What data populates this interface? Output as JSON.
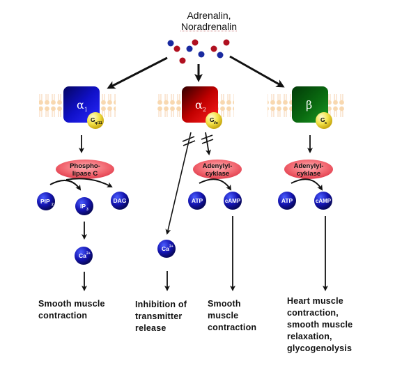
{
  "ligand": {
    "line1": "Adrenalin,",
    "line2": "Noradrenalin",
    "colors": {
      "adrenalin_dot": "#b01020",
      "noradrenalin_dot": "#1a2aa0"
    }
  },
  "receptors": [
    {
      "id": "alpha1",
      "symbol": "α",
      "subscript": "1",
      "color": "#1010c0",
      "g_protein": "G",
      "g_subscript": "q/11"
    },
    {
      "id": "alpha2",
      "symbol": "α",
      "subscript": "2",
      "color": "#c00000",
      "g_protein": "G",
      "g_subscript": "i/o"
    },
    {
      "id": "beta",
      "symbol": "β",
      "subscript": "",
      "color": "#0a6a10",
      "g_protein": "G",
      "g_subscript": "s"
    }
  ],
  "enzymes": [
    {
      "id": "plc",
      "line1": "Phospho-",
      "line2": "lipase C"
    },
    {
      "id": "ac2",
      "line1": "Adenylyl-",
      "line2": "cyklase"
    },
    {
      "id": "acb",
      "line1": "Adenylyl-",
      "line2": "cyklase"
    }
  ],
  "molecules": {
    "pip2": {
      "base": "PIP",
      "sub": "2"
    },
    "ip3": {
      "base": "IP",
      "sub": "3"
    },
    "dag": {
      "base": "DAG",
      "sub": ""
    },
    "ca_a1": {
      "base": "Ca",
      "sup": "2+"
    },
    "atp_a2": {
      "base": "ATP",
      "sub": ""
    },
    "camp_a2": {
      "base": "cAMP",
      "sub": ""
    },
    "ca_a2": {
      "base": "Ca",
      "sup": "2+"
    },
    "atp_b": {
      "base": "ATP",
      "sub": ""
    },
    "camp_b": {
      "base": "cAMP",
      "sub": ""
    }
  },
  "outcomes": {
    "alpha1": [
      "Smooth muscle",
      "contraction"
    ],
    "alpha2_ca": [
      "Inhibition of",
      "transmitter",
      "release"
    ],
    "alpha2_camp": [
      "Smooth",
      "muscle",
      "contraction"
    ],
    "beta": [
      "Heart muscle",
      "contraction,",
      "smooth muscle",
      "relaxation,",
      "glycogenolysis"
    ]
  },
  "style_colors": {
    "molecule": "#1818b8",
    "enzyme": "#f06a72",
    "g_protein": "#f2e040",
    "membrane": "#f6d8b0",
    "arrow": "#111111"
  }
}
